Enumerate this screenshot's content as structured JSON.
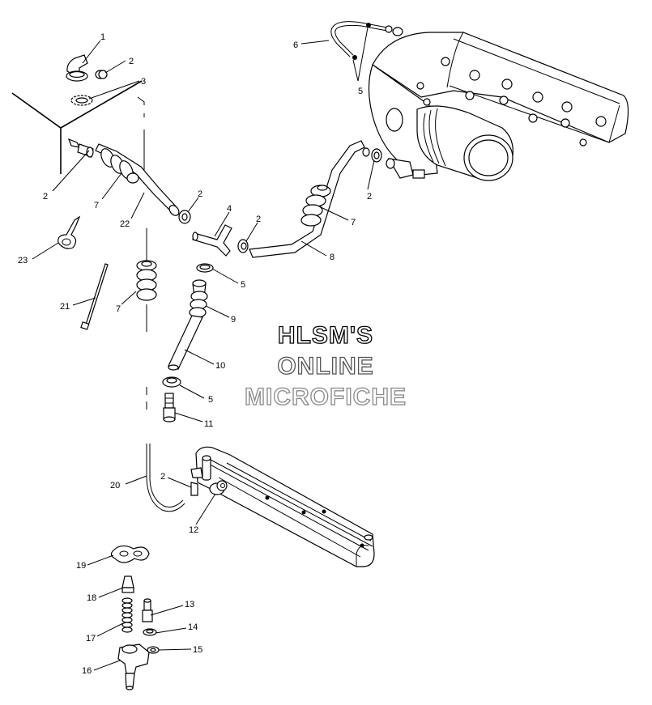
{
  "watermark": {
    "line1": "HLSM'S",
    "line2": "ONLINE",
    "line3": "MICROFICHE"
  },
  "labels": [
    "1",
    "2",
    "3",
    "2",
    "7",
    "22",
    "2",
    "4",
    "2",
    "23",
    "7",
    "21",
    "5",
    "9",
    "10",
    "5",
    "11",
    "6",
    "5",
    "2",
    "7",
    "8",
    "20",
    "2",
    "12",
    "19",
    "18",
    "13",
    "17",
    "14",
    "15",
    "16"
  ]
}
